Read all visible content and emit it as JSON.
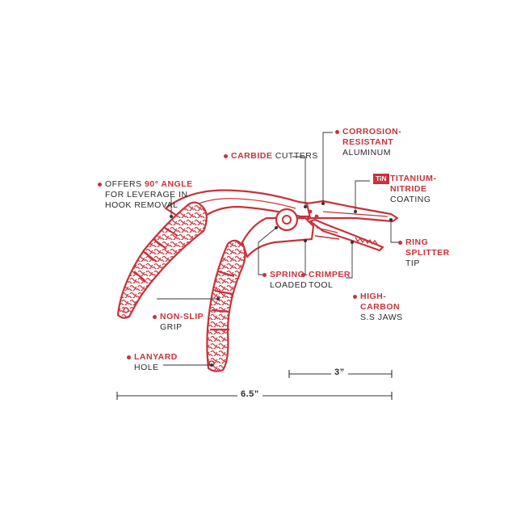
{
  "colors": {
    "accent": "#c8323a",
    "text": "#2b2b2b",
    "line": "#333333"
  },
  "callouts": {
    "angle": {
      "hl1": "OFFERS ",
      "hl2": "90° ANGLE",
      "l2": "FOR LEVERAGE IN",
      "l3": "HOOK REMOVAL"
    },
    "cutters": {
      "hl": "CARBIDE",
      "rest": " CUTTERS"
    },
    "aluminum": {
      "l1": "CORROSION-",
      "l2": "RESISTANT",
      "l3": "ALUMINUM"
    },
    "coating": {
      "badge": "TiN",
      "l1": "TITANIUM-",
      "l2": "NITRIDE",
      "l3": "COATING"
    },
    "splitter": {
      "l1": "RING",
      "l2": "SPLITTER",
      "l3": "TIP"
    },
    "spring": {
      "l1": "SPRING-",
      "l2": "LOADED"
    },
    "crimper": {
      "l1": "CRIMPER",
      "l2": "TOOL"
    },
    "jaws": {
      "l1": "HIGH-",
      "l2": "CARBON",
      "l3": "S.S JAWS"
    },
    "grip": {
      "l1": "NON-SLIP",
      "l2": "GRIP"
    },
    "lanyard": {
      "l1": "LANYARD",
      "l2": "HOLE"
    }
  },
  "dimensions": {
    "overall": "6.5”",
    "jaw": "3”"
  }
}
